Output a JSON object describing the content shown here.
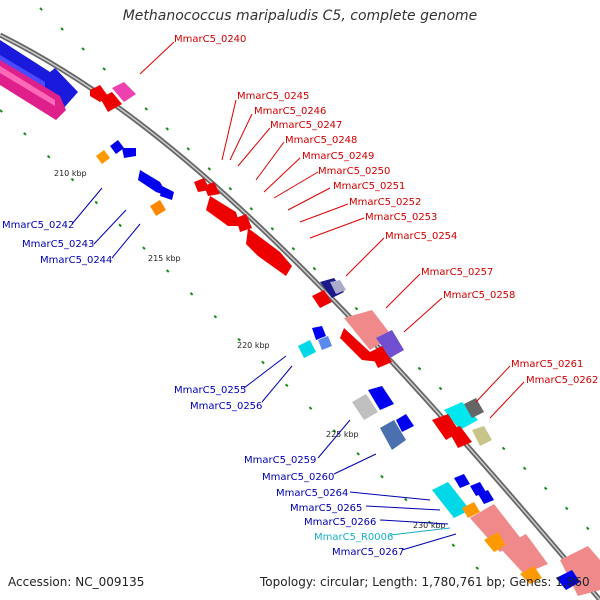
{
  "title": "Methanococcus maripaludis C5, complete genome",
  "accession": "Accession: NC_009135",
  "topology": "Topology: circular; Length: 1,780,761 bp; Genes: 1,860",
  "colors": {
    "forward_label": "#d00000",
    "reverse_label": "#0000b0",
    "rna_label": "#18b0c8",
    "backbone": "#888888",
    "tick": "#1a8a1a"
  },
  "kbp_markers": [
    "210 kbp",
    "215 kbp",
    "220 kbp",
    "225 kbp",
    "230 kbp"
  ],
  "forward_labels": [
    "MmarC5_0240",
    "MmarC5_0245",
    "MmarC5_0246",
    "MmarC5_0247",
    "MmarC5_0248",
    "MmarC5_0249",
    "MmarC5_0250",
    "MmarC5_0251",
    "MmarC5_0252",
    "MmarC5_0253",
    "MmarC5_0254",
    "MmarC5_0257",
    "MmarC5_0258",
    "MmarC5_0261",
    "MmarC5_0262"
  ],
  "reverse_labels": [
    "MmarC5_0242",
    "MmarC5_0243",
    "MmarC5_0244",
    "MmarC5_0255",
    "MmarC5_0256",
    "MmarC5_0259",
    "MmarC5_0260",
    "MmarC5_0264",
    "MmarC5_0265",
    "MmarC5_0266",
    "MmarC5_R0006",
    "MmarC5_0267"
  ]
}
